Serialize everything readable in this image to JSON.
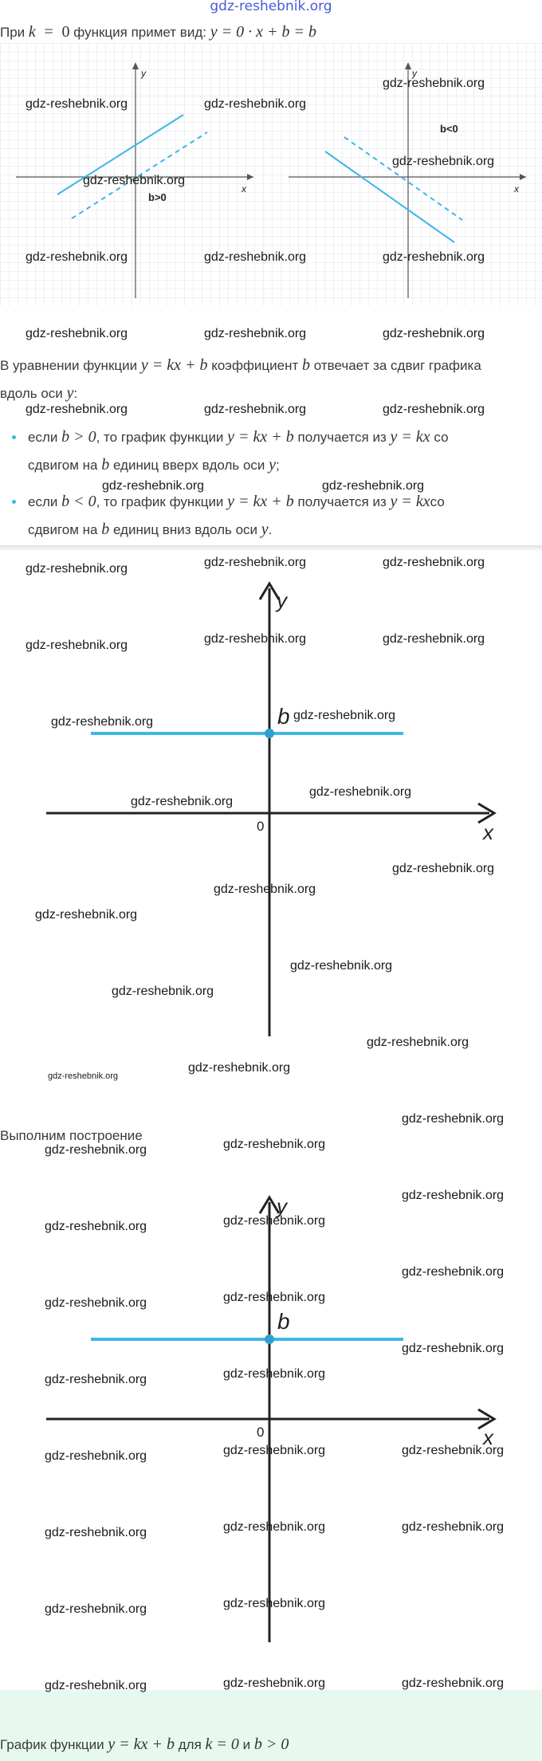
{
  "header": {
    "site_link": "gdz-reshebnik.org"
  },
  "intro": {
    "prefix": "При",
    "k": "k",
    "eq": "=",
    "zero": "0",
    "suffix": "функция примет вид:",
    "formula": "y = 0 · x + b = b"
  },
  "figure1": {
    "left": {
      "b_label": "b>0",
      "x_label": "x",
      "y_label": "y"
    },
    "right": {
      "b_label": "b<0",
      "x_label": "x",
      "y_label": "y"
    }
  },
  "paragraph": {
    "line1_a": "В уравнении функции",
    "line1_formula": "y = kx + b",
    "line1_b": "коэффициент",
    "line1_var": "b",
    "line1_c": "отвечает за сдвиг графика",
    "line2_a": "вдоль оси",
    "line2_var": "y",
    "line2_b": ":"
  },
  "bullets": [
    {
      "a": "если",
      "cond": "b > 0",
      "b": ", то график функции",
      "formula": "y = kx + b",
      "c": "получается из",
      "formula2": "y = kx",
      "d": "со",
      "line2_a": "сдвигом на",
      "var": "b",
      "line2_b": "единиц вверх вдоль оси",
      "axis": "y",
      "end": ";"
    },
    {
      "a": "если",
      "cond": "b < 0",
      "b": ", то график функции",
      "formula": "y = kx + b",
      "c": "получается из",
      "formula2": "y = kx",
      "d": "со",
      "line2_a": "сдвигом на",
      "var": "b",
      "line2_b": "единиц вниз вдоль оси",
      "axis": "y",
      "end": "."
    }
  ],
  "figure2": {
    "y_label": "y",
    "x_label": "x",
    "origin": "0",
    "b_label": "b"
  },
  "build_caption": "Выполним построение",
  "figure3": {
    "y_label": "y",
    "x_label": "x",
    "origin": "0",
    "b_label": "b"
  },
  "footer": {
    "a": "График функции",
    "formula": "y = kx + b",
    "b": "для",
    "cond1": "k = 0",
    "c": "и",
    "cond2": "b > 0"
  },
  "watermark": "gdz-reshebnik.org",
  "colors": {
    "line": "#3fb6e6",
    "axis": "#222222",
    "link": "#4a59d9",
    "band": "#e7f9ee"
  }
}
